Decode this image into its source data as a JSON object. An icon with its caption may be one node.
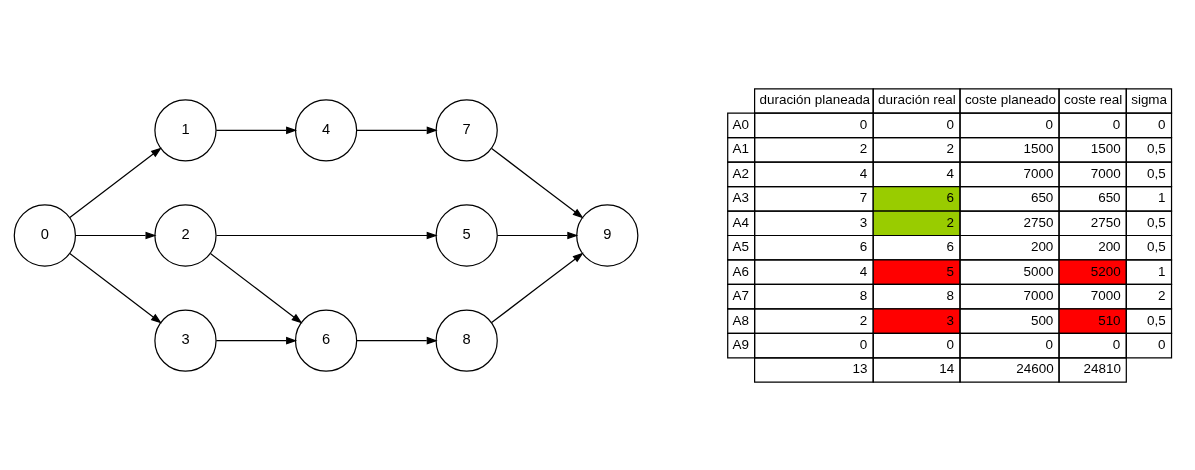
{
  "diagram": {
    "nodes": [
      {
        "text": [
          "0"
        ]
      },
      {
        "text": [
          "1"
        ]
      },
      {
        "text": [
          "2"
        ]
      },
      {
        "text": [
          "3"
        ]
      },
      {
        "text": [
          "4"
        ]
      },
      {
        "text": [
          "5"
        ]
      },
      {
        "text": [
          "6"
        ]
      },
      {
        "text": [
          "7"
        ]
      },
      {
        "text": [
          "8"
        ]
      },
      {
        "text": [
          "9"
        ]
      }
    ],
    "edges": [
      {
        "from": 0,
        "to": 1,
        "arrow": "to"
      },
      {
        "from": 0,
        "to": 2,
        "arrow": "to"
      },
      {
        "from": 0,
        "to": 3,
        "arrow": "to"
      },
      {
        "from": 1,
        "to": 4,
        "arrow": "to"
      },
      {
        "from": 2,
        "to": 5,
        "arrow": "to"
      },
      {
        "from": 2,
        "to": 6,
        "arrow": "to"
      },
      {
        "from": 3,
        "to": 6,
        "arrow": "to"
      },
      {
        "from": 4,
        "to": 7,
        "arrow": "to"
      },
      {
        "from": 5,
        "to": 9,
        "arrow": "to"
      },
      {
        "from": 6,
        "to": 8,
        "arrow": "to"
      },
      {
        "from": 7,
        "to": 9,
        "arrow": "to"
      },
      {
        "from": 8,
        "to": 9,
        "arrow": "to"
      }
    ],
    "labels": [
      "duración planeada",
      "duración real",
      "coste planeado",
      "coste real",
      "sigma",
      "A0",
      "0",
      "0",
      "0",
      "0",
      "0",
      "A1",
      "2",
      "2",
      "1500",
      "1500",
      "0,5",
      "A2",
      "4",
      "4",
      "7000",
      "7000",
      "0,5",
      "A3",
      "7",
      "6",
      "650",
      "650",
      "1",
      "A4",
      "3",
      "2",
      "2750",
      "2750",
      "0,5",
      "A5",
      "6",
      "6",
      "200",
      "200",
      "0,5",
      "A6",
      "4",
      "5",
      "5000",
      "5200",
      "1",
      "A7",
      "8",
      "8",
      "7000",
      "7000",
      "2",
      "A8",
      "2",
      "3",
      "500",
      "510",
      "0,5",
      "A9",
      "0",
      "0",
      "0",
      "0",
      "0",
      "13",
      "14",
      "24600",
      "24810"
    ]
  }
}
